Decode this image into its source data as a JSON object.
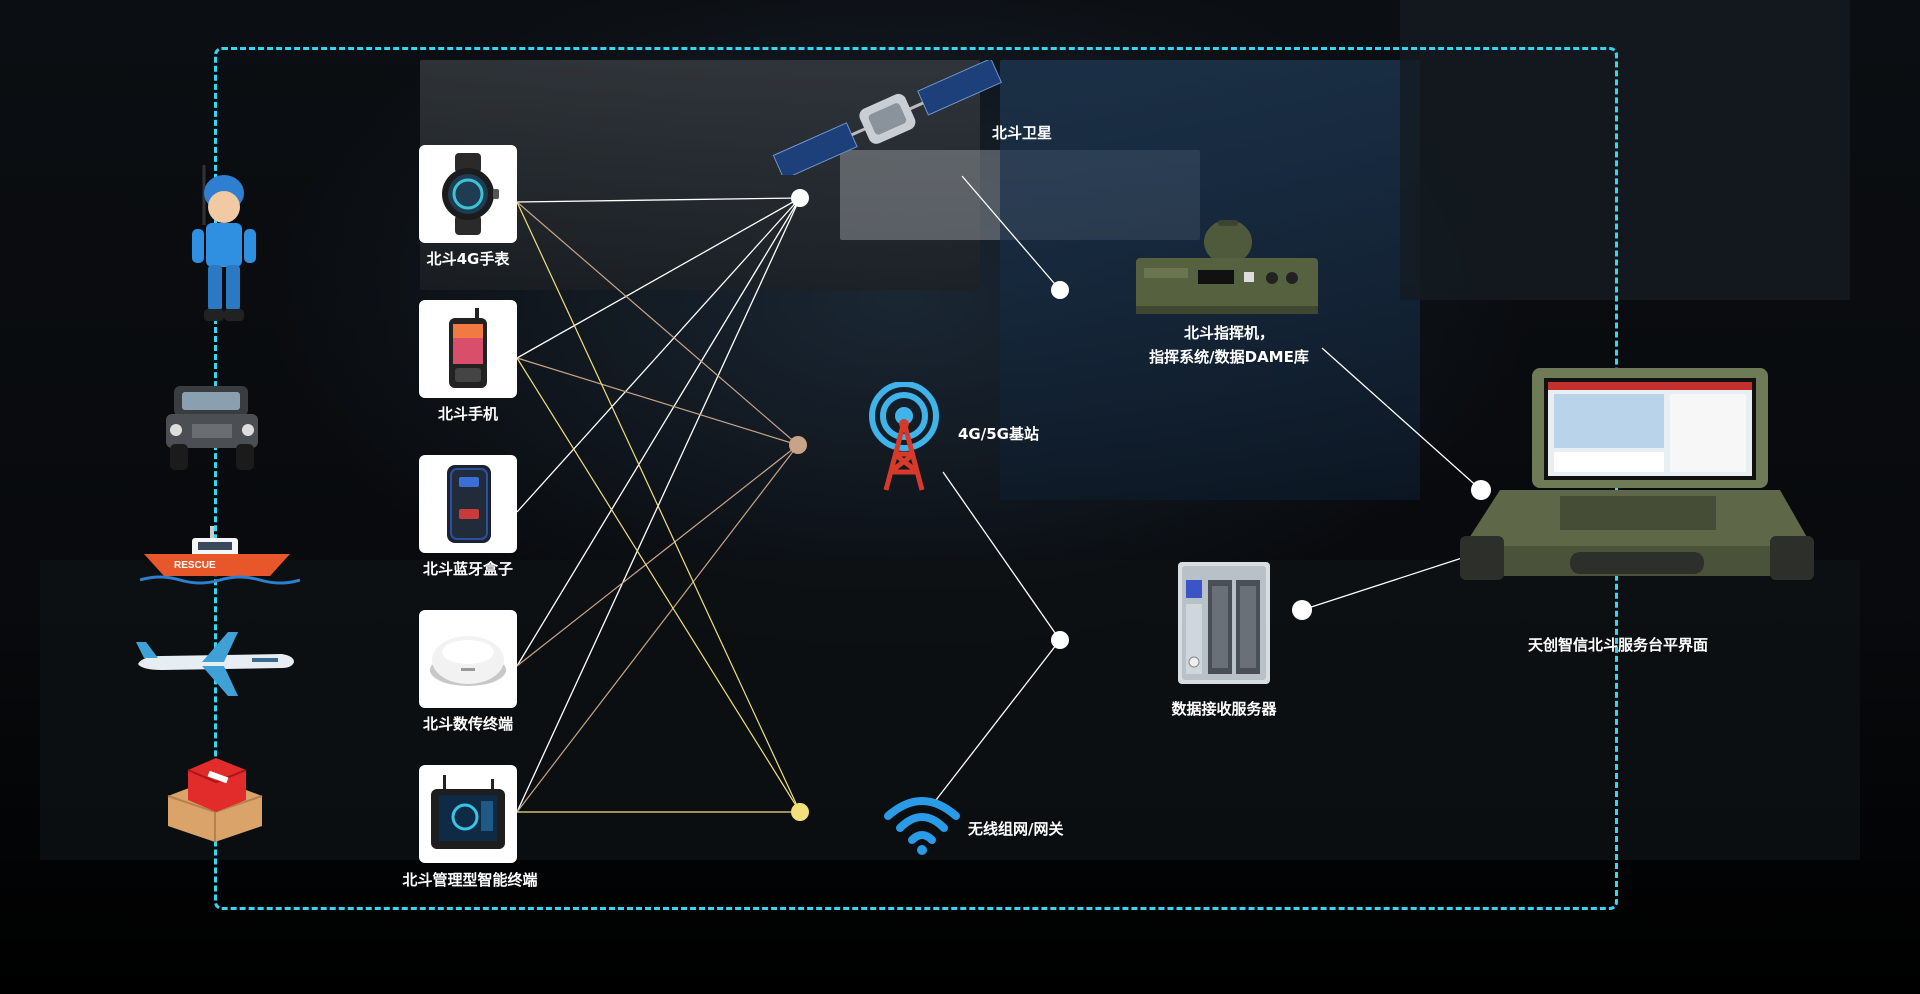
{
  "subjects": [
    {
      "name": "rescuer-figure-icon"
    },
    {
      "name": "off-road-vehicle-icon"
    },
    {
      "name": "rescue-boat-icon"
    },
    {
      "name": "airplane-icon"
    },
    {
      "name": "cargo-package-icon"
    }
  ],
  "terminals": [
    {
      "label": "北斗4G手表",
      "icon": "smartwatch-icon"
    },
    {
      "label": "北斗手机",
      "icon": "rugged-phone-icon"
    },
    {
      "label": "北斗蓝牙盒子",
      "icon": "bluetooth-box-icon"
    },
    {
      "label": "北斗数传终端",
      "icon": "data-transmission-terminal-icon"
    },
    {
      "label": "北斗管理型智能终端",
      "icon": "smart-tablet-icon"
    }
  ],
  "network": {
    "satellite_label": "北斗卫星",
    "base_station_label": "4G/5G基站",
    "wireless_label": "无线组网/网关"
  },
  "equipment": {
    "commander_label_line1": "北斗指挥机，",
    "commander_label_line2": "指挥系统/数据DAME库",
    "server_label": "数据接收服务器",
    "platform_label": "天创智信北斗服务台平界面"
  },
  "colors": {
    "frame": "#35d6f2",
    "satellite_link": "#ffffff",
    "base_station_link": "#c9a387",
    "wireless_link": "#f3e07a"
  }
}
